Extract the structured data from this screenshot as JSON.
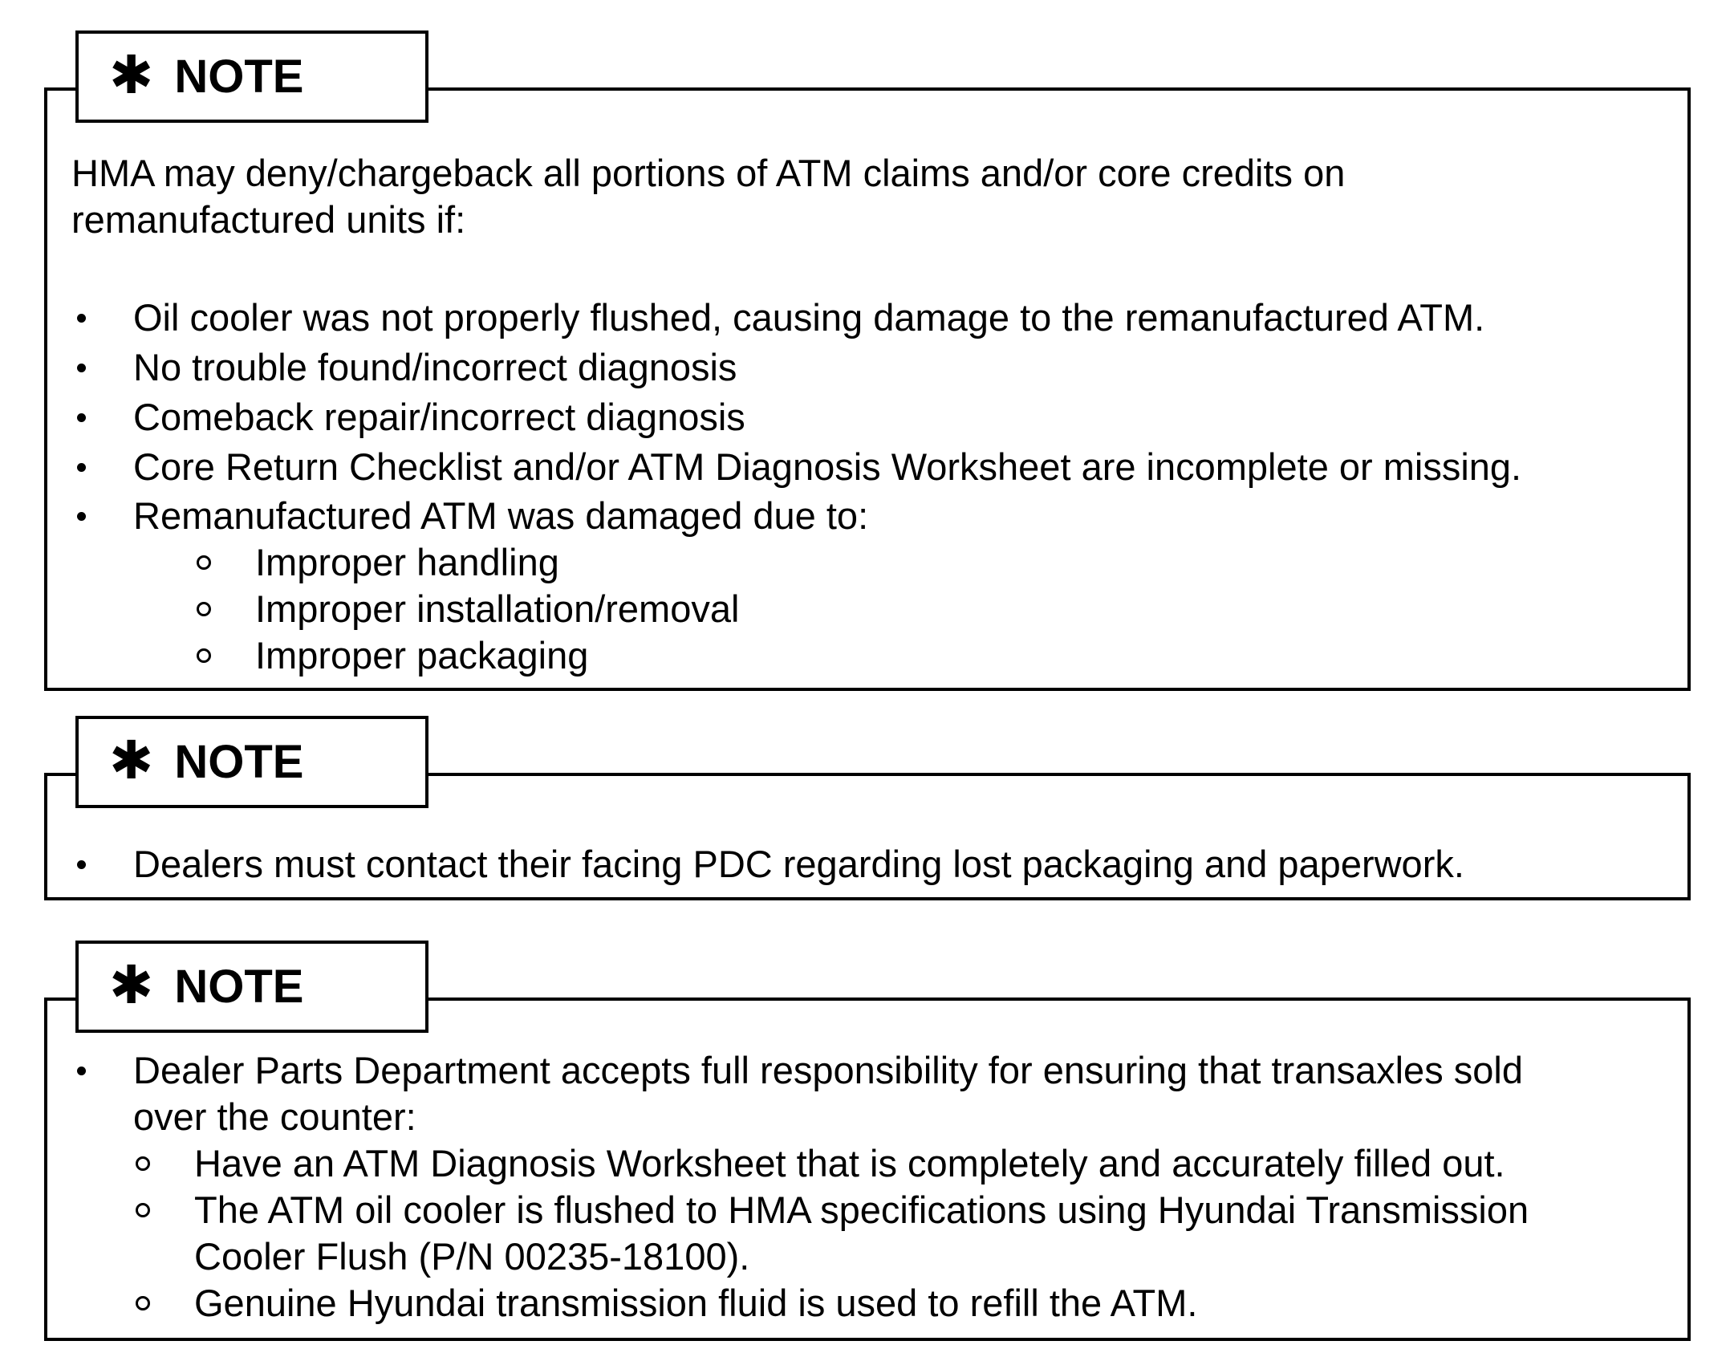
{
  "notes": [
    {
      "label": "NOTE",
      "intro": [
        "HMA may deny/chargeback all portions of ATM claims and/or core credits on",
        "remanufactured units if:"
      ],
      "bullets": [
        "Oil cooler was not properly flushed, causing damage to the remanufactured ATM.",
        "No trouble found/incorrect diagnosis",
        "Comeback repair/incorrect diagnosis",
        "Core Return Checklist and/or ATM Diagnosis Worksheet are incomplete or missing.",
        "Remanufactured ATM was damaged due to:"
      ],
      "sub_bullets": [
        "Improper handling",
        "Improper installation/removal",
        "Improper packaging"
      ]
    },
    {
      "label": "NOTE",
      "bullets": [
        "Dealers must contact their facing PDC regarding lost packaging and paperwork."
      ]
    },
    {
      "label": "NOTE",
      "bullets": [
        "Dealer Parts Department accepts full responsibility for ensuring that transaxles sold",
        "over the counter:"
      ],
      "sub_bullets": [
        "Have an ATM Diagnosis Worksheet that is completely and accurately filled out.",
        "The ATM oil cooler is flushed to HMA specifications using Hyundai Transmission",
        "Cooler Flush (P/N 00235-18100).",
        "Genuine Hyundai transmission fluid is used to refill the ATM."
      ]
    }
  ]
}
